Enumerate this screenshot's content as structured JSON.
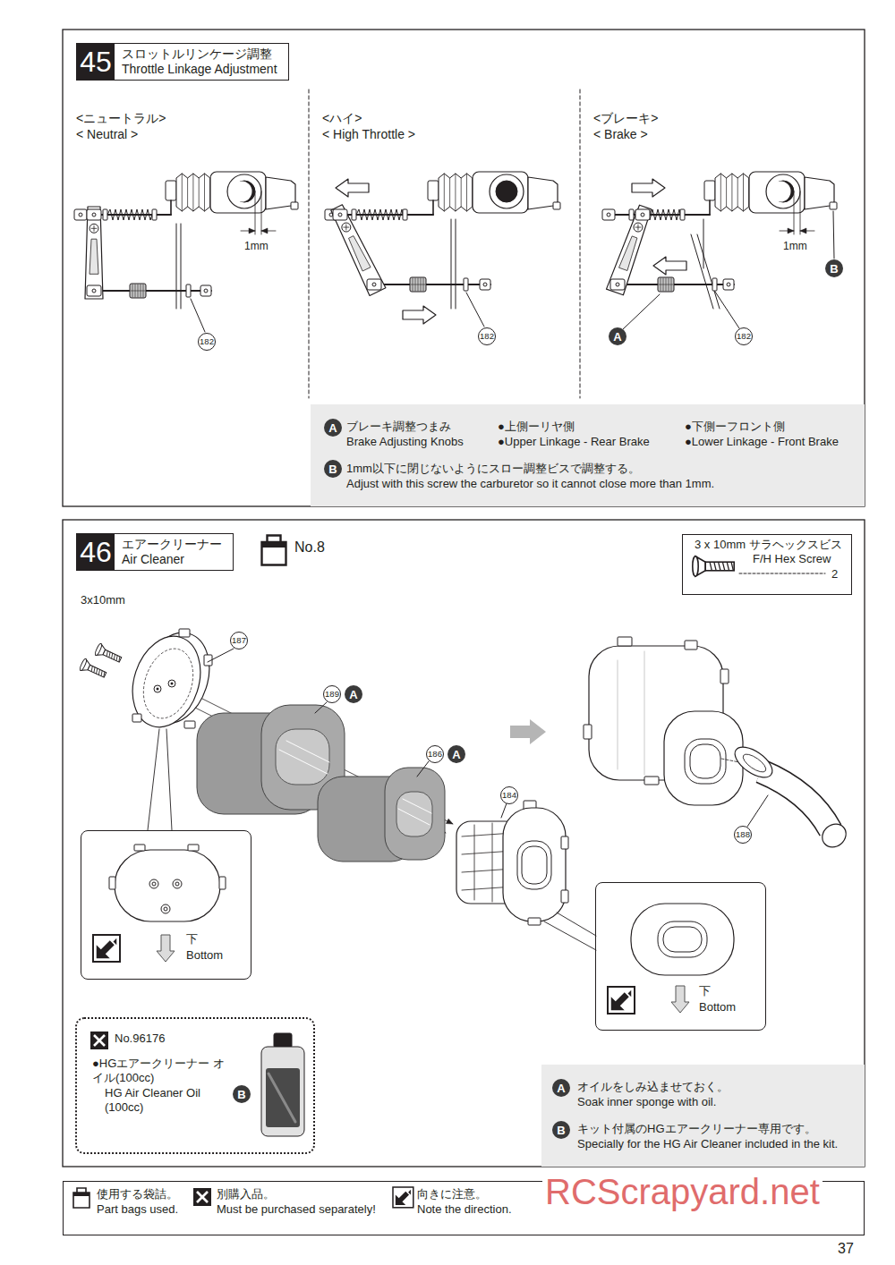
{
  "diagram": {
    "nodes": [
      {
        "text": [
          "スロットルリンケージ調整",
          "Throttle Linkage Adjustment"
        ]
      },
      {
        "text": [
          "45"
        ],
        "in": 0
      },
      {
        "text": [
          "182"
        ]
      },
      {
        "text": [
          "182"
        ]
      },
      {
        "text": [
          "B"
        ]
      },
      {
        "text": [
          "A"
        ]
      },
      {
        "text": [
          "182"
        ]
      },
      {
        "text": [
          "ブレーキ調整つまみ",
          "Brake Adjusting Knobs",
          "●上側ーリヤ側",
          "●Upper Linkage - Rear Brake",
          "●下側ーフロント側",
          "●Lower Linkage - Front Brake",
          "1mm以下に閉じないようにスロー調整ビスで調整する。",
          "Adjust with this screw the carburetor so it cannot close more than 1mm."
        ]
      },
      {
        "text": [
          "A"
        ],
        "in": 7
      },
      {
        "text": [
          "B"
        ],
        "in": 7
      },
      {
        "text": [
          "エアークリーナー",
          "Air Cleaner"
        ]
      },
      {
        "text": [
          "46"
        ],
        "in": 10
      },
      {
        "text": [
          "3 x 10mm サラヘックスビス",
          "F/H Hex Screw",
          "2"
        ]
      },
      {
        "text": [
          "187"
        ]
      },
      {
        "text": [
          "189"
        ]
      },
      {
        "text": [
          "A"
        ]
      },
      {
        "text": [
          "186"
        ]
      },
      {
        "text": [
          "A"
        ]
      },
      {
        "text": [
          "184"
        ]
      },
      {
        "text": [
          "188"
        ]
      },
      {
        "text": [
          "下",
          "Bottom"
        ]
      },
      {
        "text": [
          "下",
          "Bottom"
        ]
      },
      {
        "text": [
          "No.96176",
          "●HGエアークリーナー オイル(100cc)",
          "HG Air Cleaner Oil (100cc)"
        ]
      },
      {
        "text": [
          "B"
        ],
        "in": 22
      },
      {
        "text": [
          "オイルをしみ込ませておく。",
          "Soak inner sponge with oil.",
          "キット付属のHGエアークリーナー専用です。",
          "Specially for the HG Air Cleaner included in the kit."
        ]
      },
      {
        "text": [
          "A"
        ],
        "in": 24
      },
      {
        "text": [
          "B"
        ],
        "in": 24
      },
      {
        "text": [
          "使用する袋詰。",
          "Part bags used.",
          "別購入品。",
          "Must be purchased separately!",
          "向きに注意。",
          "Note the direction."
        ]
      }
    ],
    "labels": [
      "<ニュートラル>",
      "< Neutral >",
      "<ハイ>",
      "< High Throttle >",
      "<ブレーキ>",
      "< Brake >",
      "1mm",
      "1mm",
      "No.8",
      "3x10mm",
      "RCScrapyard.net",
      "37"
    ]
  }
}
